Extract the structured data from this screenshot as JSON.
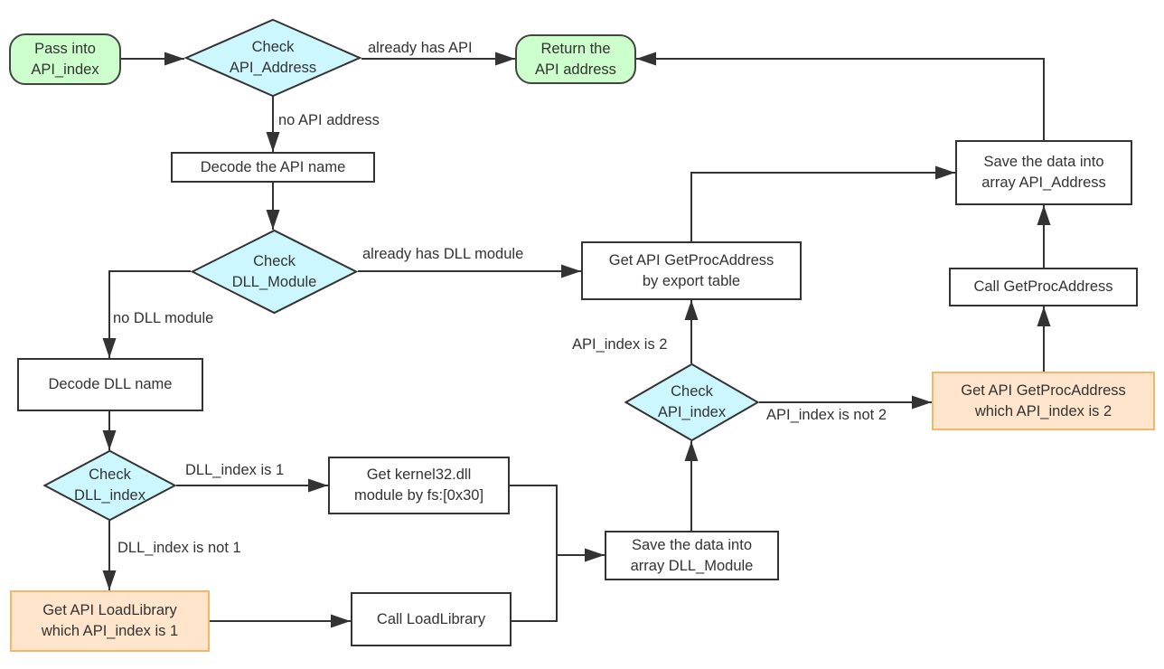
{
  "colors": {
    "terminal_fill": "#ccffcc",
    "decision_fill": "#ccf7ff",
    "highlight_fill": "#ffe5cc",
    "highlight_border": "#f5b56a",
    "line": "#333333"
  },
  "nodes": {
    "pass_into": "Pass into\nAPI_index",
    "check_api_address": "Check\nAPI_Address",
    "return_address": "Return the\nAPI address",
    "decode_api_name": "Decode the API name",
    "check_dll_module": "Check\nDLL_Module",
    "decode_dll_name": "Decode DLL name",
    "check_dll_index": "Check\nDLL_index",
    "get_kernel32": "Get kernel32.dll\nmodule by fs:[0x30]",
    "get_loadlibrary": "Get API LoadLibrary\nwhich API_index is 1",
    "call_loadlibrary": "Call LoadLibrary",
    "save_dll_module": "Save the data into\narray DLL_Module",
    "check_api_index": "Check\nAPI_index",
    "get_getprocaddress_export": "Get API GetProcAddress\nby export table",
    "get_getprocaddress_index2": "Get API GetProcAddress\nwhich API_index is 2",
    "call_getprocaddress": "Call GetProcAddress",
    "save_api_address": "Save the data into\narray API_Address"
  },
  "edge_labels": {
    "already_has_api": "already has API",
    "no_api_address": "no API address",
    "already_has_dll_module": "already has DLL module",
    "no_dll_module": "no DLL module",
    "dll_index_is_1": "DLL_index is 1",
    "dll_index_is_not_1": "DLL_index is not 1",
    "api_index_is_2": "API_index is 2",
    "api_index_is_not_2": "API_index is not 2"
  }
}
